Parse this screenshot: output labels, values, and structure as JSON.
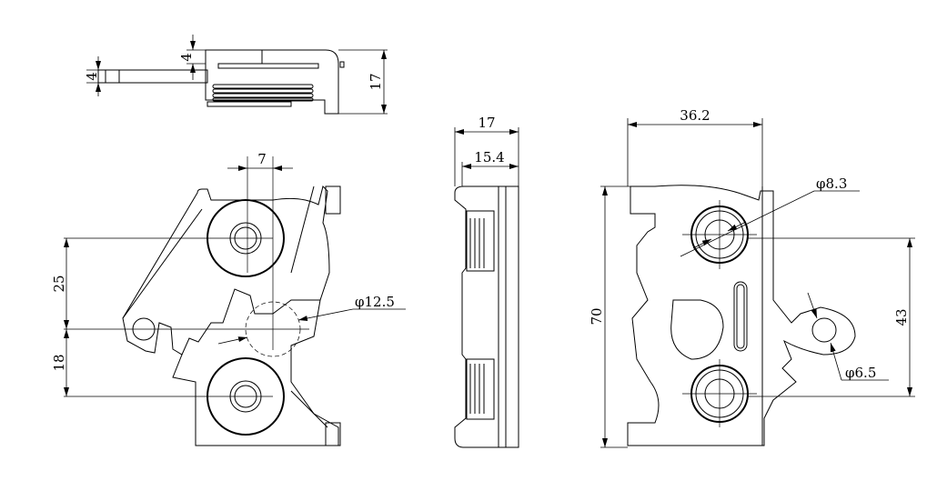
{
  "drawing": {
    "top_view": {
      "dim_plate_thickness": "4",
      "dim_offset": "4",
      "dim_height": "17"
    },
    "front_view": {
      "dim_offset_x": "7",
      "dim_upper_spacing": "25",
      "dim_lower_spacing": "18",
      "dim_diameter": "φ12.5"
    },
    "side_view": {
      "dim_overall_width": "17",
      "dim_inner_width": "15.4"
    },
    "rear_view": {
      "dim_width": "36.2",
      "dim_height": "70",
      "dim_hole_spacing": "43",
      "dim_bushing_diameter": "φ8.3",
      "dim_pivot_diameter": "φ6.5"
    }
  }
}
